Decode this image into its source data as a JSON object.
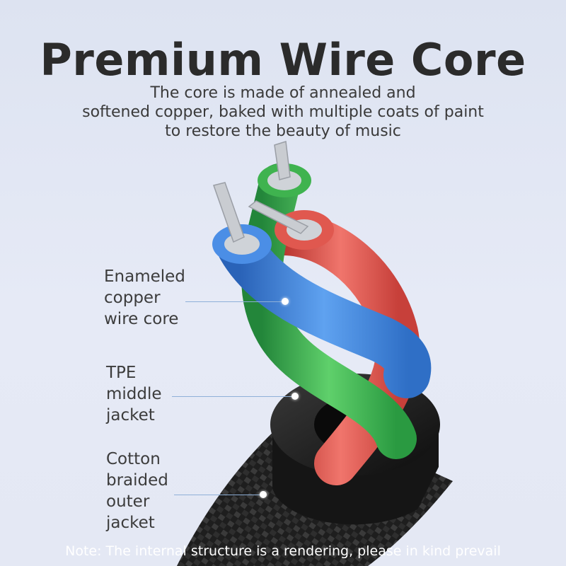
{
  "heading": {
    "title": "Premium Wire Core"
  },
  "subtitle": {
    "line1": "The core is made of annealed and",
    "line2": "softened copper, baked with multiple coats of paint",
    "line3": "to restore the beauty of music"
  },
  "callouts": [
    {
      "line1": "Enameled",
      "line2": "copper",
      "line3": "wire core"
    },
    {
      "line1": "TPE",
      "line2": "middle",
      "line3": "jacket"
    },
    {
      "line1": "Cotton",
      "line2": "braided",
      "line3": "outer",
      "line4": "jacket"
    }
  ],
  "footer": {
    "note": "Note: The internal structure is a rendering, please in kind prevail"
  },
  "colors": {
    "background": "#e3e7f3",
    "blue_wire": "#3d7fd8",
    "green_wire": "#3fae4d",
    "red_wire": "#d9544d",
    "jacket": "#1c1c1c",
    "text": "#333333"
  }
}
